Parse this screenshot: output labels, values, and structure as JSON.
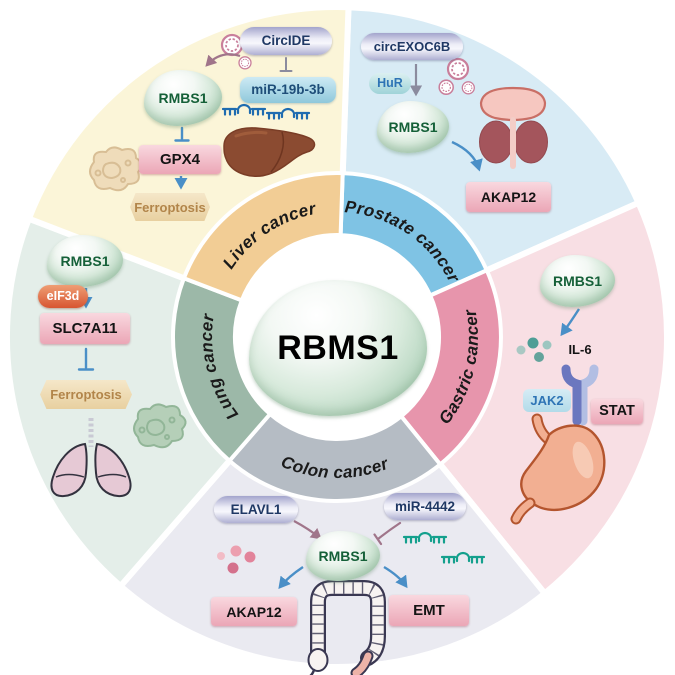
{
  "center": {
    "label": "RBMS1"
  },
  "sectors": {
    "liver": {
      "band": "Liver cancer",
      "circide": "CircIDE",
      "mirna": "miR-19b-3b",
      "rbms1": "RMBS1",
      "gpx4": "GPX4",
      "ferroptosis": "Ferroptosis"
    },
    "prostate": {
      "band": "Prostate cancer",
      "circexoc6b": "circEXOC6B",
      "hur": "HuR",
      "rbms1": "RMBS1",
      "akap12": "AKAP12"
    },
    "gastric": {
      "band": "Gastric cancer",
      "rbms1": "RMBS1",
      "il6": "IL-6",
      "jak2": "JAK2",
      "stat": "STAT"
    },
    "colon": {
      "band": "Colon cancer",
      "elavl1": "ELAVL1",
      "mirna": "miR-4442",
      "rbms1": "RMBS1",
      "akap12": "AKAP12",
      "emt": "EMT"
    },
    "lung": {
      "band": "Lung cancer",
      "rbms1": "RMBS1",
      "eif3d": "eIF3d",
      "slc7a11": "SLC7A11",
      "ferroptosis": "Ferroptosis"
    }
  },
  "colors": {
    "liver_fill": "#FBF5D8",
    "liver_band": "#F2CD95",
    "prostate_fill": "#D8EBF5",
    "prostate_band": "#7FC3E4",
    "gastric_fill": "#F8DFE4",
    "gastric_band": "#E795AC",
    "colon_fill": "#EAEAF1",
    "colon_band": "#B5BCC4",
    "lung_fill": "#E4EEE9",
    "lung_band": "#9CB8A8",
    "arrow_blue": "#4A8FC7",
    "arrow_gray": "#8B8B9E",
    "arrow_mauve": "#A0758A"
  },
  "icons": {
    "circrna-ring": "double dashed pink circle",
    "mirna-comb": "hairpin comb glyph",
    "liver-organ": "liver silhouette",
    "prostate-organ": "bladder with prostate lobes",
    "stomach-organ": "stomach silhouette",
    "colon-organ": "segmented colon loop",
    "lungs-organ": "lungs with trachea",
    "cancer-cell": "irregular cell blob",
    "il6-receptor": "two-tone membrane receptor",
    "cytokine-dots": "cluster of dots"
  }
}
